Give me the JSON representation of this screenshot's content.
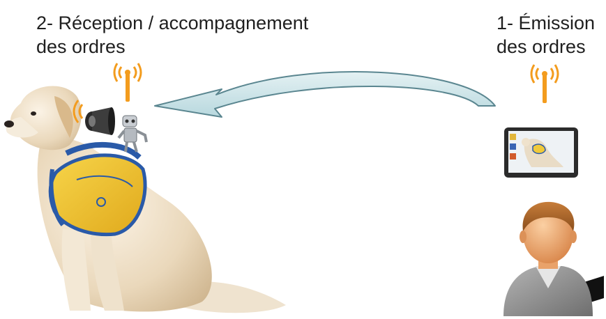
{
  "reception_label": {
    "line1": "2- Réception / accompagnement",
    "line2": "des ordres"
  },
  "emission_label": {
    "line1": "1- Émission",
    "line2": "des ordres"
  },
  "colors": {
    "arrow_fill": "#cfe6ea",
    "arrow_stroke": "#5a8690",
    "antenna": "#f39c1e",
    "bag": "#f2c62f",
    "bag_trim": "#2a5aa8",
    "tablet_frame": "#2b2b2b",
    "person_skin": "#f0a868",
    "person_suit": "#8c8c8c"
  },
  "icons": [
    "antenna-icon",
    "curved-arrow-icon",
    "dog-with-bag-icon",
    "loudspeaker-icon",
    "robot-icon",
    "tablet-icon",
    "person-icon"
  ]
}
